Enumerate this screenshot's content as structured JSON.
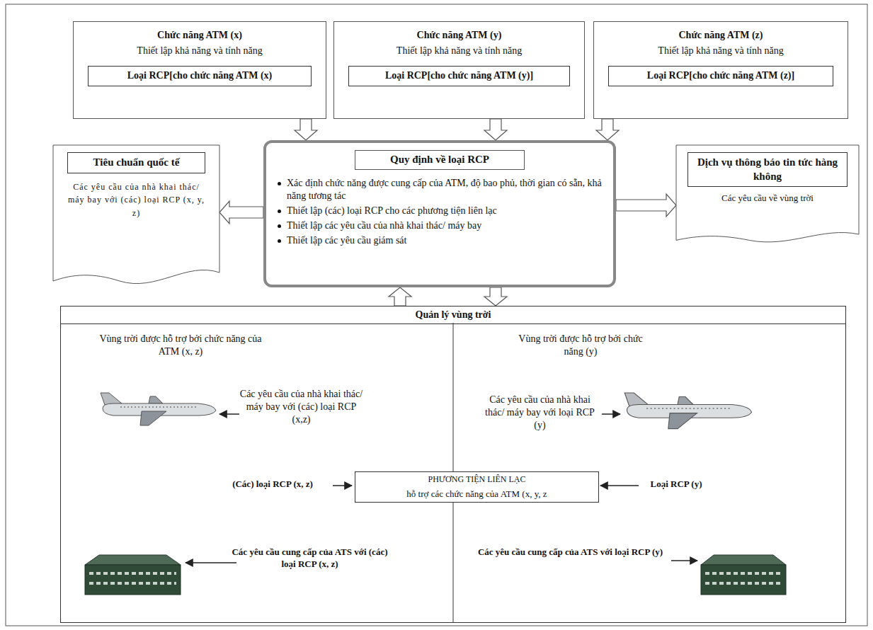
{
  "diagram": {
    "nodes": [
      {
        "text": [
          "Chức năng ATM (x)",
          "Thiết lập khả năng và tính năng"
        ]
      },
      {
        "text": [
          "Loại RCP[cho chức năng ATM (x)"
        ],
        "in": 0
      },
      {
        "text": [
          "Chức năng ATM (y)",
          "Thiết lập khả năng và tính năng"
        ]
      },
      {
        "text": [
          "Loại RCP[cho chức năng ATM (y)]"
        ],
        "in": 2
      },
      {
        "text": [
          "Chức năng ATM (z)",
          "Thiết lập khả năng và tính năng"
        ]
      },
      {
        "text": [
          "Loại RCP[cho chức năng ATM (z)]"
        ],
        "in": 4
      },
      {
        "text": [
          "Các yêu cầu của nhà khai thác/ máy bay với (các) loại RCP (x, y, z)"
        ]
      },
      {
        "text": [
          "Tiêu chuẩn quốc tế"
        ],
        "in": 6
      },
      {
        "text": [
          "Xác định chức năng được cung cấp của ATM, độ bao phủ, thời gian có sẵn, khả năng tương tác",
          "Thiết lập (các) loại RCP cho các phương tiện liên lạc",
          "Thiết lập các yêu cầu của nhà khai thác/ máy bay",
          "Thiết lập các yêu cầu giám sát"
        ]
      },
      {
        "text": [
          "Quy định về loại RCP"
        ],
        "in": 8
      },
      {
        "text": [
          "Các yêu cầu về vùng trời"
        ]
      },
      {
        "text": [
          "Dịch vụ thông báo tin tức hàng không"
        ],
        "in": 10
      },
      {
        "text": [
          "Quản lý vùng trời"
        ]
      },
      {
        "text": [
          "PHƯƠNG TIỆN LIÊN LẠC",
          "hỗ trợ các chức năng của ATM (x, y, z"
        ],
        "in": 12
      }
    ],
    "edges": [
      {
        "from": 0,
        "to": 8,
        "arrow": "to"
      },
      {
        "from": 2,
        "to": 8,
        "arrow": "to"
      },
      {
        "from": 4,
        "to": 8,
        "arrow": "to"
      },
      {
        "from": 8,
        "to": 6,
        "arrow": "to"
      },
      {
        "from": 8,
        "to": 10,
        "arrow": "to"
      },
      {
        "from": 12,
        "to": 8,
        "arrow": "to"
      },
      {
        "from": 8,
        "to": 12,
        "arrow": "to"
      }
    ],
    "labels": [
      "Vùng trời được hỗ trợ bởi chức năng của ATM (x, z)",
      "Vùng trời được hỗ trợ bởi chức năng (y)",
      "Các yêu cầu của nhà khai thác/ máy bay với (các) loại RCP (x,z)",
      "Các yêu cầu của nhà khai thác/ máy bay với loại RCP (y)",
      "(Các) loại RCP (x, z)",
      "Loại RCP (y)",
      "Các yêu cầu cung cấp của ATS với (các) loại RCP (x, z)",
      "Các yêu cầu cung cấp của ATS với loại RCP (y)"
    ]
  }
}
